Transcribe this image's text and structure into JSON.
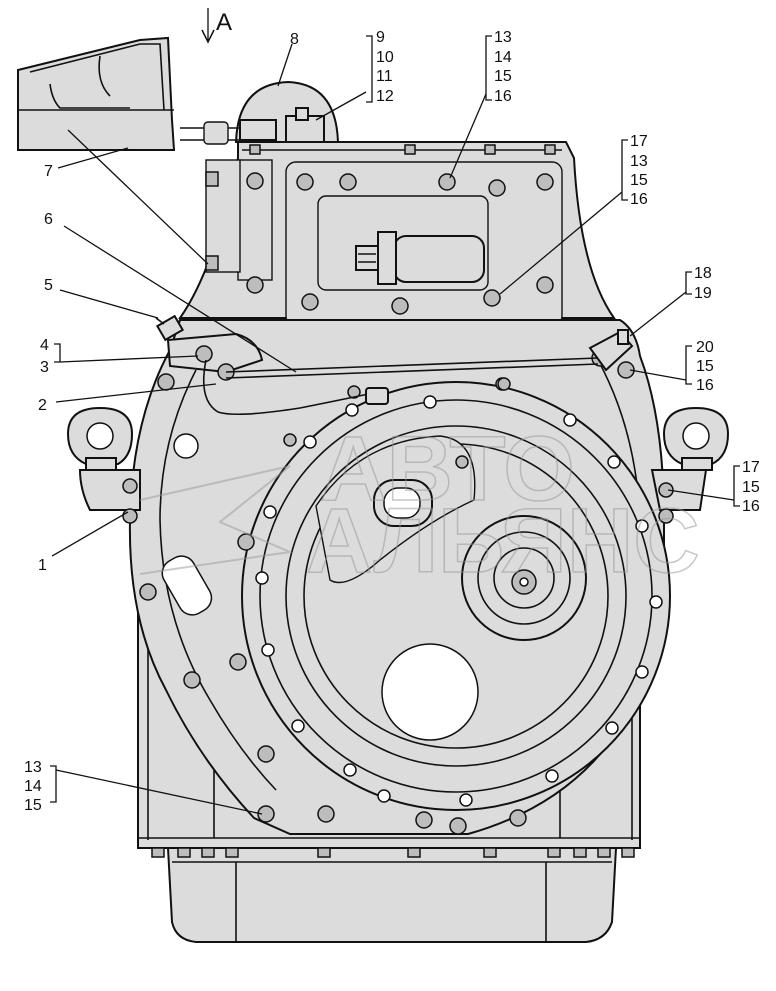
{
  "view_label": "A",
  "watermark": {
    "line1": "АВТО",
    "line2": "АЛЬЯНС"
  },
  "callouts": {
    "c1": "1",
    "c2": "2",
    "c3": "3",
    "c4": "4",
    "c5": "5",
    "c6": "6",
    "c7": "7",
    "c8": "8",
    "c9": "9",
    "c10": "10",
    "c11": "11",
    "c12": "12",
    "t13": "13",
    "t14": "14",
    "t15": "15",
    "t16": "16",
    "r17": "17",
    "r13": "13",
    "r15": "15",
    "r16": "16",
    "s18": "18",
    "s19": "19",
    "u20": "20",
    "u15": "15",
    "u16": "16",
    "v17": "17",
    "v15": "15",
    "v16": "16",
    "b13": "13",
    "b14": "14",
    "b15": "15"
  }
}
